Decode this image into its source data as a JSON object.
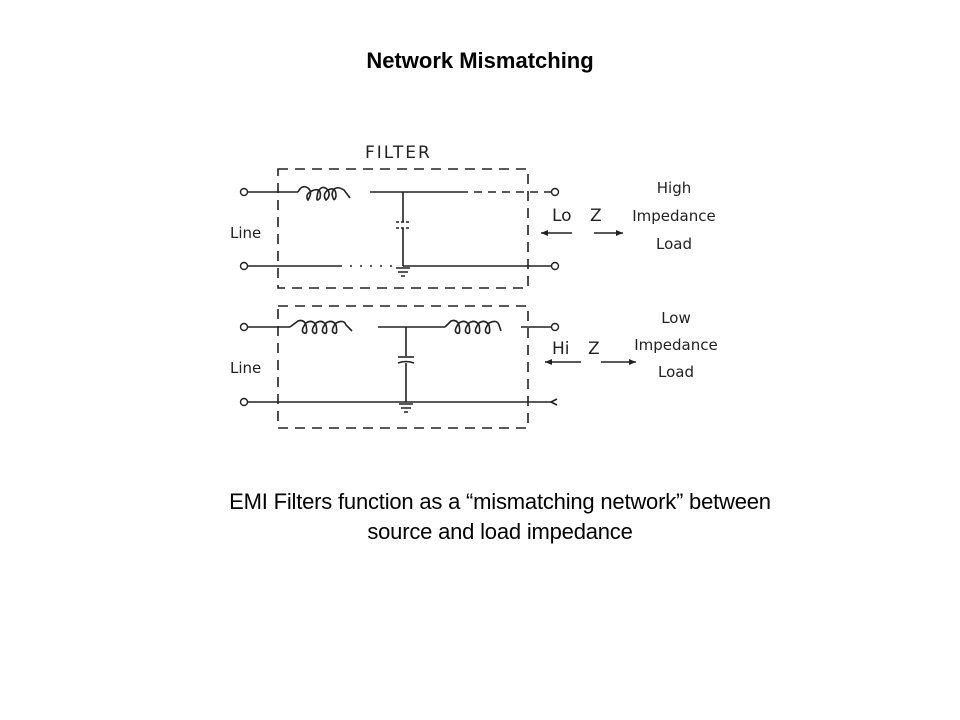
{
  "slide": {
    "title": "Network Mismatching",
    "caption_line1": "EMI Filters function as a “mismatching network” between",
    "caption_line2": "source and load impedance"
  },
  "diagram": {
    "filter_label": "FILTER",
    "top_circuit": {
      "topology": "L-C (series inductor, shunt capacitor)",
      "input_label": "Line",
      "source_side_label": "Lo",
      "z_label": "Z",
      "load_label_lines": [
        "High",
        "Impedance",
        "Load"
      ]
    },
    "bottom_circuit": {
      "topology": "T (series inductor, shunt capacitor, series inductor)",
      "input_label": "Line",
      "source_side_label": "Hi",
      "z_label": "Z",
      "load_label_lines": [
        "Low",
        "Impedance",
        "Load"
      ]
    }
  }
}
